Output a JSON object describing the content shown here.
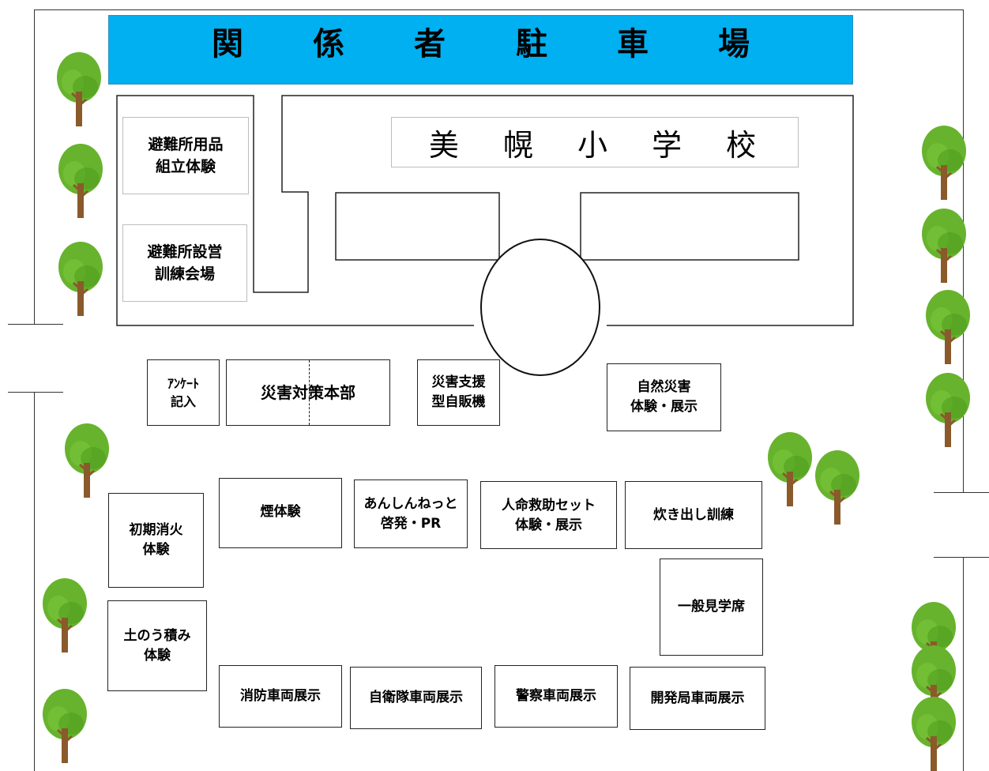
{
  "parking": {
    "title_chars": [
      "関",
      "係",
      "者",
      "駐",
      "車",
      "場"
    ],
    "color": "#00b0f0"
  },
  "school": {
    "name": "美 幌 小 学 校"
  },
  "left_booths": {
    "shelter_goods": "避難所用品\n組立体験",
    "shelter_training": "避難所設営\n訓練会場"
  },
  "booths": {
    "survey": "ｱﾝｹｰﾄ\n記入",
    "hq": "災害対策本部",
    "vending": "災害支援\n型自販機",
    "natural_disaster": "自然災害\n体験・展示",
    "initial_fire": "初期消火\n体験",
    "smoke": "煙体験",
    "anshin": "あんしんねっと\n啓発・PR",
    "rescue": "人命救助セット\n体験・展示",
    "cooking": "炊き出し訓練",
    "sandbag": "土のう積み\n体験",
    "spectator": "一般見学席",
    "fire_truck": "消防車両展示",
    "sdf": "自衛隊車両展示",
    "police": "警察車両展示",
    "dev_bureau": "開発局車両展示"
  },
  "tree_icon": "tree-icon",
  "tree_colors": {
    "foliage": "#67b32d",
    "foliage_dark": "#4f9a1e",
    "trunk": "#8a5a2b"
  }
}
